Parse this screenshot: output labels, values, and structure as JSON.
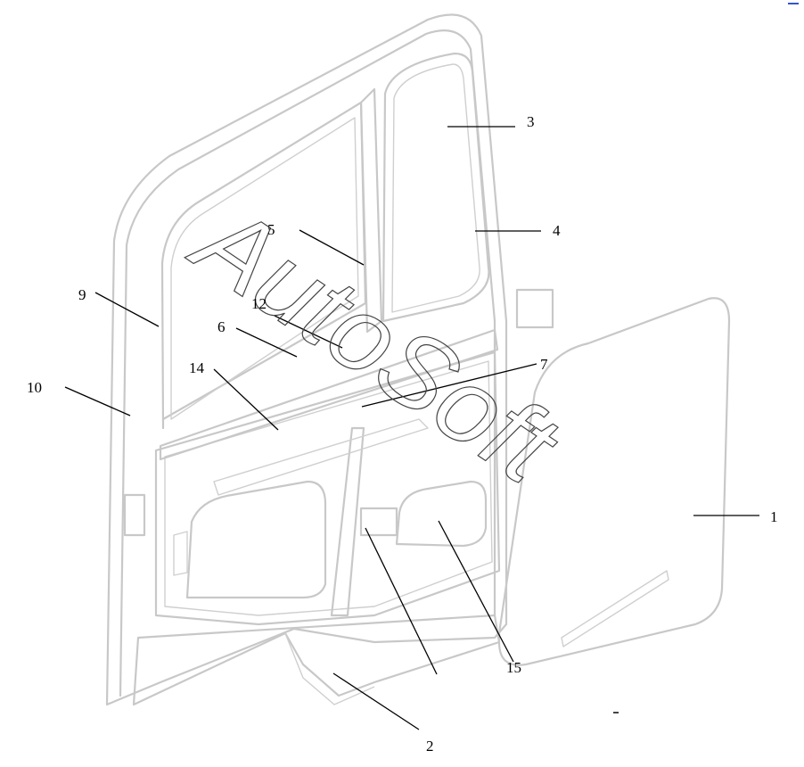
{
  "diagram": {
    "watermark": "AutoSoft",
    "callouts": [
      {
        "id": "1",
        "label": "1"
      },
      {
        "id": "2",
        "label": "2"
      },
      {
        "id": "3",
        "label": "3"
      },
      {
        "id": "4",
        "label": "4"
      },
      {
        "id": "5",
        "label": "5"
      },
      {
        "id": "6",
        "label": "6"
      },
      {
        "id": "7",
        "label": "7"
      },
      {
        "id": "9",
        "label": "9"
      },
      {
        "id": "10",
        "label": "10"
      },
      {
        "id": "12",
        "label": "12"
      },
      {
        "id": "14",
        "label": "14"
      },
      {
        "id": "15",
        "label": "15"
      }
    ],
    "colors": {
      "line_art": "#c8c8c8",
      "leaders": "#000000",
      "corner_mark": "#3355cc"
    }
  }
}
